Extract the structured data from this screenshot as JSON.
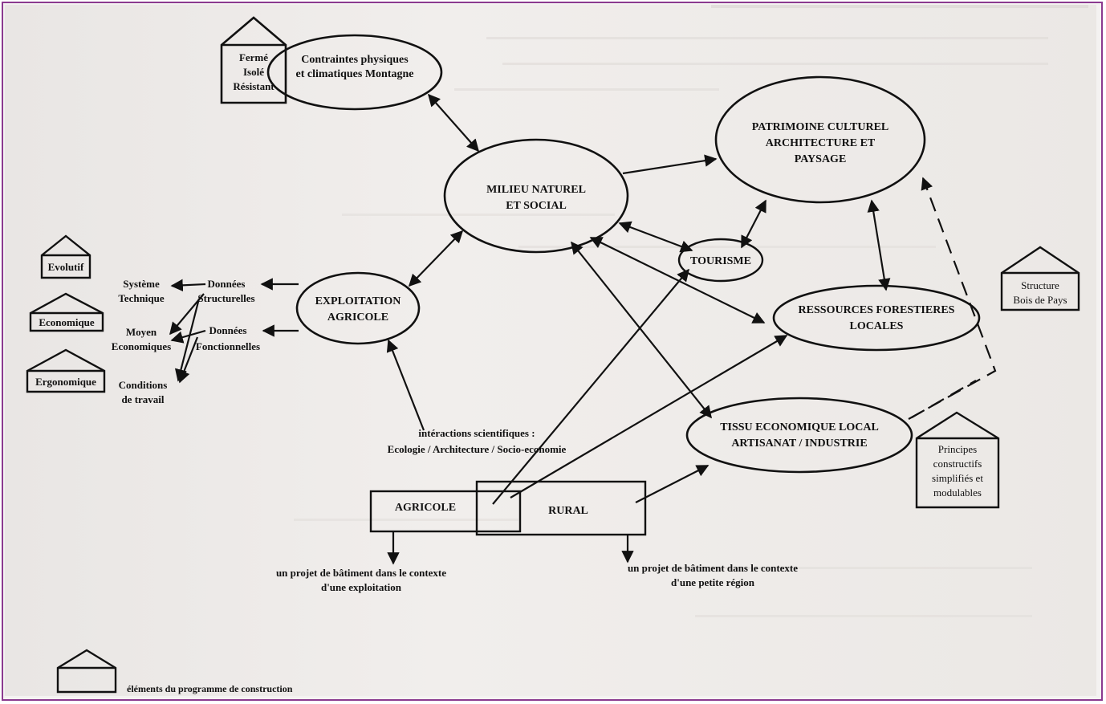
{
  "nodes": {
    "contraintes": [
      "Contraintes physiques",
      "et climatiques  Montagne"
    ],
    "milieu": [
      "MILIEU NATUREL",
      "ET SOCIAL"
    ],
    "patrimoine": [
      "PATRIMOINE CULTUREL",
      "ARCHITECTURE ET",
      "PAYSAGE"
    ],
    "tourisme": "TOURISME",
    "exploitation": [
      "EXPLOITATION",
      "AGRICOLE"
    ],
    "ressources": [
      "RESSOURCES FORESTIERES",
      "LOCALES"
    ],
    "tissu": [
      "TISSU ECONOMIQUE LOCAL",
      "ARTISANAT / INDUSTRIE"
    ],
    "agricole": "AGRICOLE",
    "rural": "RURAL"
  },
  "houses": {
    "ferme": [
      "Fermé",
      "Isolé",
      "Résistant"
    ],
    "evolutif": "Evolutif",
    "economique": "Economique",
    "ergonomique": "Ergonomique",
    "structure": [
      "Structure",
      "Bois de Pays"
    ],
    "principes": [
      "Principes",
      "constructifs",
      "simplifiés et",
      "modulables"
    ]
  },
  "labels": {
    "systeme": [
      "Système",
      "Technique"
    ],
    "donnees_struct": [
      "Données",
      "Structurelles"
    ],
    "moyen": [
      "Moyen",
      "Economiques"
    ],
    "donnees_fonc": [
      "Données",
      "Fonctionnelles"
    ],
    "conditions": [
      "Conditions",
      "de travail"
    ],
    "interactions": [
      "intéractions scientifiques :",
      "Ecologie / Architecture / Socio-economie"
    ],
    "projet_batiment": [
      "un projet de bâtiment dans le contexte",
      "d'une exploitation"
    ],
    "projet_region": [
      "un projet de bâtiment dans le contexte",
      "d'une petite région"
    ]
  },
  "legend": {
    "label": "éléments du programme de construction"
  },
  "colors": {
    "frame": "#8b3a8f",
    "ink": "#111111",
    "paper": "#efecea"
  }
}
